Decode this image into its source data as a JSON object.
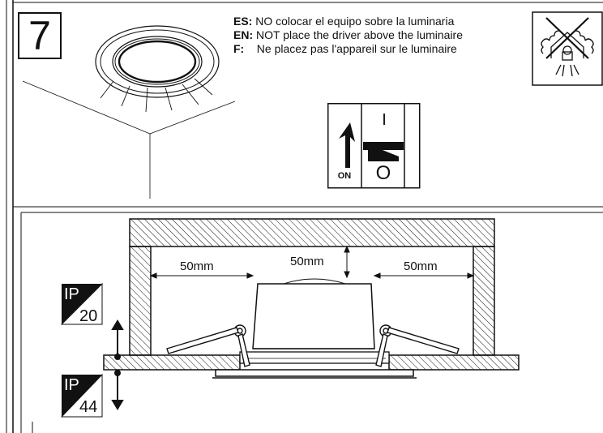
{
  "step_number": "7",
  "warnings": [
    {
      "code": "ES:",
      "text": "NO colocar el equipo  sobre la luminaria"
    },
    {
      "code": "EN:",
      "text": "NOT place the driver above the luminaire"
    },
    {
      "code": "F:",
      "text": "Ne placez pas l'appareil sur le luminaire"
    }
  ],
  "switch": {
    "on_label": "ON",
    "mark_on": "I",
    "mark_off": "O"
  },
  "clearances": {
    "left": "50mm",
    "top": "50mm",
    "right": "50mm"
  },
  "ip_ratings": {
    "upper": {
      "prefix": "IP",
      "value": "20"
    },
    "lower": {
      "prefix": "IP",
      "value": "44"
    }
  },
  "colors": {
    "line": "#111111",
    "hatch": "#111111",
    "background": "#ffffff"
  }
}
